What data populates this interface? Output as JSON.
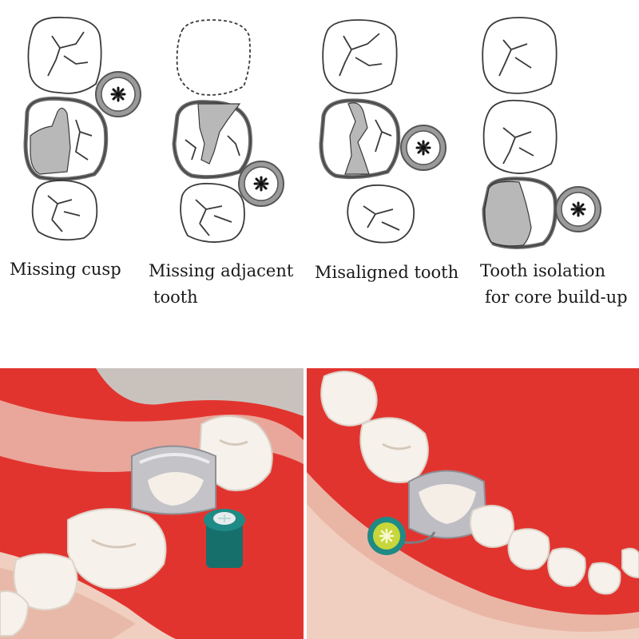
{
  "captions": {
    "missing_cusp": "Missing cusp",
    "missing_adjacent_line1": "Missing adjacent",
    "missing_adjacent_line2": "tooth",
    "misaligned_tooth": "Misaligned tooth",
    "tooth_isolation_line1": "Tooth isolation",
    "tooth_isolation_line2": "for core build-up"
  },
  "colors": {
    "outline": "#3a3a3a",
    "filling": "#b8b8b8",
    "matrix_ring": "#8a8a8a",
    "gum": "#e8322f",
    "tooth": "#f4efe9",
    "wedge_teal": "#1f8a86",
    "wedge_yellow": "#c7d63a"
  },
  "icons": {
    "wedge_symbol": "asterisk-wheel-icon"
  }
}
